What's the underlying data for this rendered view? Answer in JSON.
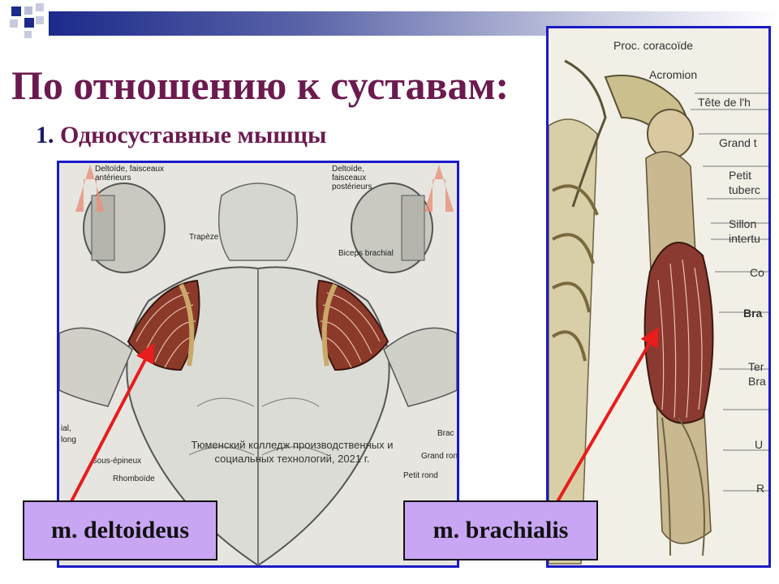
{
  "slide": {
    "title": "По отношению к суставам:",
    "subtitle_number": "1.",
    "subtitle_text": "Односуставные мышцы",
    "watermark": "Тюменский колледж производственных и социальных технологий, 2021 г."
  },
  "left_figure": {
    "labels": {
      "deltoide_ant": "Deltoïde, faisceaux antérieurs",
      "deltoide_post": "Deltoïde, faisceaux postérieurs",
      "trapeze": "Trapèze",
      "biceps": "Biceps brachial",
      "sous_epineux": "Sous-épineux",
      "rhomboide": "Rhomboïde",
      "grand_rond": "Grand rond",
      "petit_rond": "Petit rond",
      "brac": "Brac",
      "ial": "ial,",
      "long": "long"
    },
    "name_label": "m. deltoideus"
  },
  "right_figure": {
    "labels": {
      "proc": "Proc. coracoïde",
      "acromion": "Acromion",
      "tete": "Tête de l'h",
      "grand_t": "Grand t",
      "petit": "Petit",
      "tuber": "tuberc",
      "sillon": "Sillon",
      "interti": "intertu",
      "co": "Co",
      "bra": "Bra",
      "ter": "Ter",
      "bra2": "Bra",
      "u": "U",
      "r": "R"
    },
    "name_label": "m. brachialis"
  },
  "colors": {
    "title": "#6b1a4f",
    "subtitle_number": "#1a1a6b",
    "frame_border": "#1a1ac8",
    "label_box": "#c8a6f4",
    "arrow": "#e81c1c"
  }
}
